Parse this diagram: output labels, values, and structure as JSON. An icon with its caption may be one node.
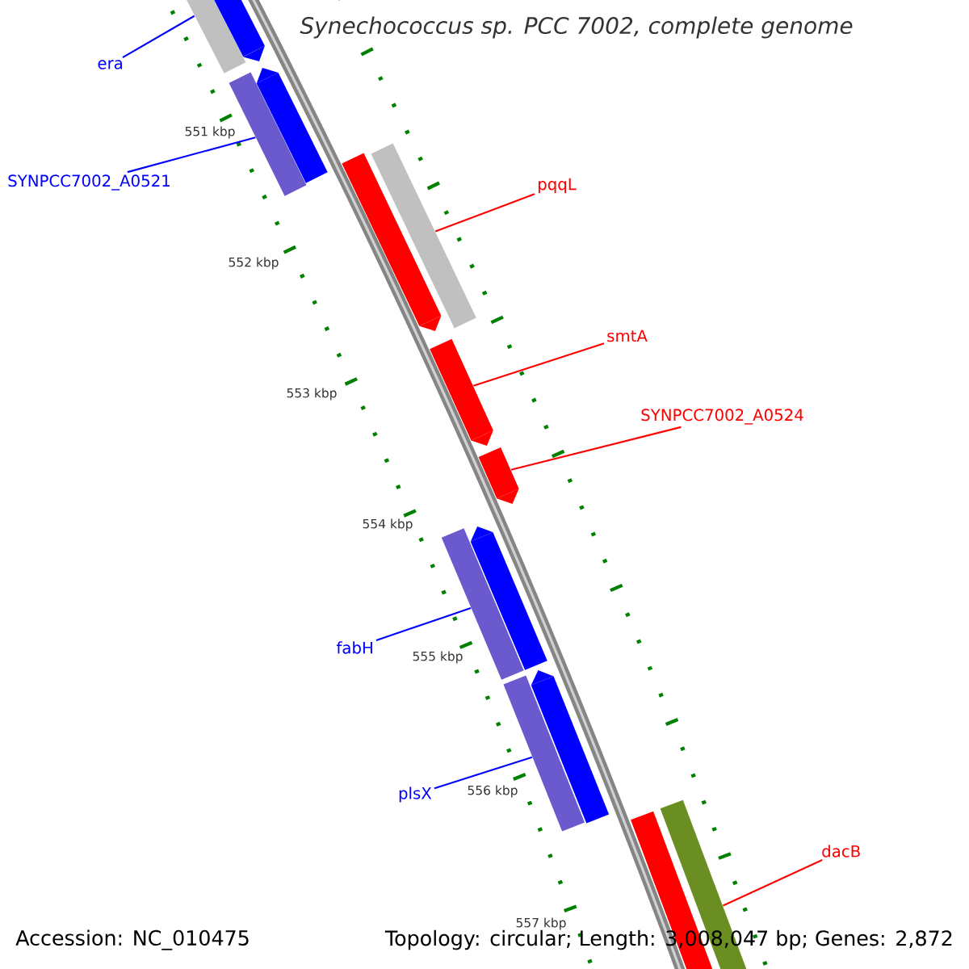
{
  "diagram": {
    "title": "Synechococcus sp. PCC 7002, complete genome",
    "nodes": [
      {
        "text": [
          "era"
        ]
      },
      {
        "text": [
          "SYNPCC7002_A0521"
        ]
      },
      {
        "text": [
          "pqqL"
        ]
      },
      {
        "text": [
          "smtA"
        ]
      },
      {
        "text": [
          "SYNPCC7002_A0524"
        ]
      },
      {
        "text": [
          "fabH"
        ]
      },
      {
        "text": [
          "plsX"
        ]
      },
      {
        "text": [
          "dacB"
        ]
      },
      {
        "text": [],
        "shape": "bar"
      },
      {
        "text": [],
        "shape": "bar"
      },
      {
        "text": [],
        "shape": "bar"
      },
      {
        "text": [],
        "shape": "bar"
      },
      {
        "text": [],
        "shape": "bar"
      },
      {
        "text": [],
        "shape": "bar"
      },
      {
        "text": [],
        "shape": "bar"
      },
      {
        "text": [],
        "shape": "bar"
      },
      {
        "text": [],
        "shape": "bar"
      },
      {
        "text": [],
        "shape": "bar"
      },
      {
        "text": [],
        "shape": "bar"
      },
      {
        "text": [],
        "shape": "bar"
      },
      {
        "text": [],
        "shape": "bar"
      },
      {
        "text": [],
        "shape": "bar"
      }
    ],
    "edges": [
      {
        "from": 0,
        "to": 8,
        "arrow": "none"
      },
      {
        "from": 1,
        "to": 9,
        "arrow": "none"
      },
      {
        "from": 2,
        "to": 10,
        "arrow": "none",
        "color": "#ff0000"
      },
      {
        "from": 3,
        "to": 11,
        "arrow": "none",
        "color": "#ff0000"
      },
      {
        "from": 4,
        "to": 12,
        "arrow": "none",
        "color": "#ff0000"
      },
      {
        "from": 5,
        "to": 13,
        "arrow": "none"
      },
      {
        "from": 6,
        "to": 14,
        "arrow": "none"
      },
      {
        "from": 7,
        "to": 15,
        "arrow": "none",
        "color": "#ff0000"
      }
    ],
    "labels": [
      "551 kbp",
      "552 kbp",
      "553 kbp",
      "554 kbp",
      "555 kbp",
      "556 kbp",
      "557 kbp",
      "Accession: NC_010475",
      "Topology: circular; Length: 3,008,047 bp; Genes: 2,872"
    ]
  }
}
